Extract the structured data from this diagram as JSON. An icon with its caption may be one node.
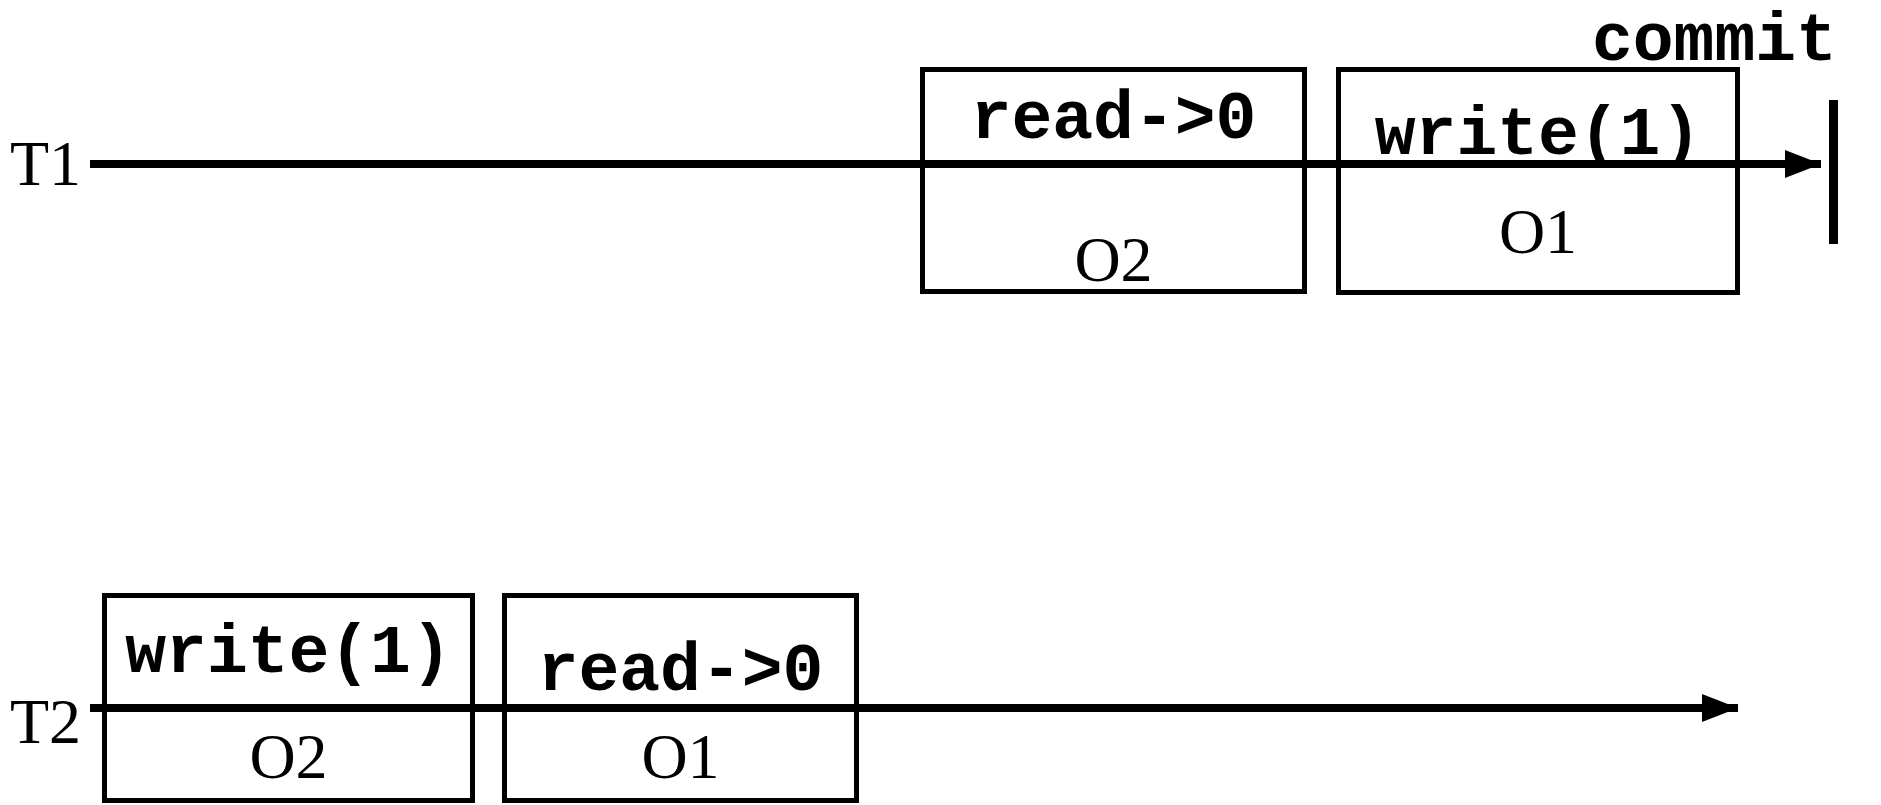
{
  "diagram": {
    "nodes": [
      {
        "text": [
          "T1"
        ]
      },
      {
        "text": [
          "read->0",
          "O2"
        ]
      },
      {
        "text": [
          "write(1)",
          "O1"
        ]
      },
      {
        "text": [],
        "shape": "bar",
        "beside": [
          "commit"
        ]
      },
      {
        "text": [
          "T2"
        ]
      },
      {
        "text": [
          "write(1)",
          "O2"
        ]
      },
      {
        "text": [
          "read->0",
          "O1"
        ]
      }
    ],
    "edges": [
      {
        "from": 0,
        "to": 1,
        "arrow": "none"
      },
      {
        "from": 1,
        "to": 2,
        "arrow": "none"
      },
      {
        "from": 2,
        "to": 3,
        "arrow": "to"
      },
      {
        "from": 4,
        "to": 5,
        "arrow": "none"
      },
      {
        "from": 5,
        "to": 6,
        "arrow": "none"
      },
      {
        "from": 6,
        "to": null,
        "arrow": "to"
      }
    ]
  }
}
